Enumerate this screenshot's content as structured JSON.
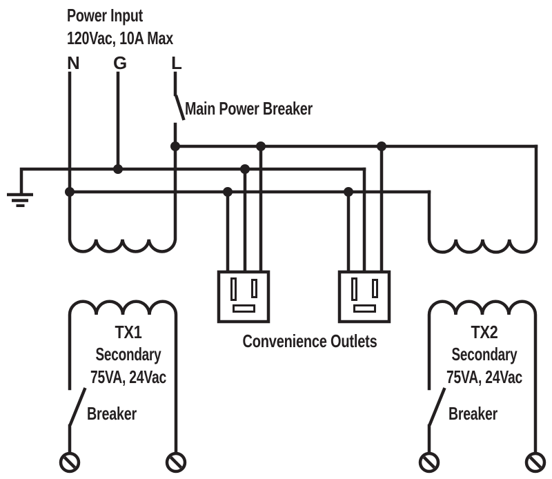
{
  "diagram": {
    "type": "power-wiring-schematic",
    "colors": {
      "line": "#231f20",
      "background": "#ffffff"
    },
    "power_input": {
      "title": "Power Input",
      "rating": "120Vac, 10A Max",
      "terminal_n": "N",
      "terminal_g": "G",
      "terminal_l": "L"
    },
    "main_breaker_label": "Main Power Breaker",
    "convenience_outlets_label": "Convenience Outlets",
    "transformers": [
      {
        "name": "TX1",
        "winding": "Secondary",
        "rating": "75VA, 24Vac",
        "breaker_label": "Breaker"
      },
      {
        "name": "TX2",
        "winding": "Secondary",
        "rating": "75VA, 24Vac",
        "breaker_label": "Breaker"
      }
    ]
  }
}
